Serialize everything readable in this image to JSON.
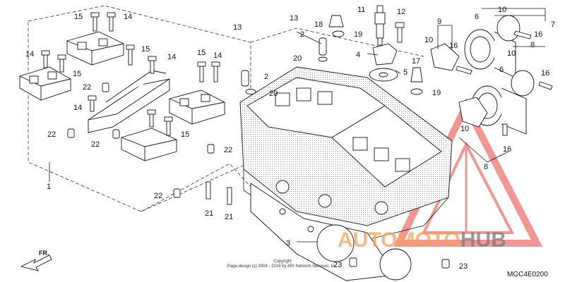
{
  "callouts": {
    "c1": "1",
    "c2a": "2",
    "c2b": "2",
    "c3": "3",
    "c4": "4",
    "c5": "5",
    "c6a": "6",
    "c6b": "6",
    "c7": "7",
    "c8a": "8",
    "c8b": "8",
    "c9": "9",
    "c10a": "10",
    "c10b": "10",
    "c10c": "10",
    "c10d": "10",
    "c11": "11",
    "c12": "12",
    "c13a": "13",
    "c13b": "13",
    "c14a": "14",
    "c14b": "14",
    "c14c": "14",
    "c14d": "14",
    "c14e": "14",
    "c15a": "15",
    "c15b": "15",
    "c15c": "15",
    "c15d": "15",
    "c15e": "15",
    "c16a": "16",
    "c16b": "16",
    "c16c": "16",
    "c16d": "16",
    "c17": "17",
    "c18": "18",
    "c19a": "19",
    "c19b": "19",
    "c20a": "20",
    "c20b": "20",
    "c21a": "21",
    "c21b": "21",
    "c22a": "22",
    "c22b": "22",
    "c22c": "22",
    "c22d": "22",
    "c22e": "22",
    "c23a": "23",
    "c23b": "23"
  },
  "direction_label": "FR.",
  "diagram_code": "MGC4E0200",
  "copyright_line1": "Copyright",
  "copyright_line2": "Page design (c) 2004 - 2016 by ARI Network Services, Inc.",
  "watermark": {
    "part1": "AUTO",
    "part2": "MOTO",
    "part3": "HUB"
  },
  "colors": {
    "watermark_red": "#e8413a",
    "watermark_orange": "#f3a15a",
    "watermark_gray": "#7a7a7a"
  }
}
